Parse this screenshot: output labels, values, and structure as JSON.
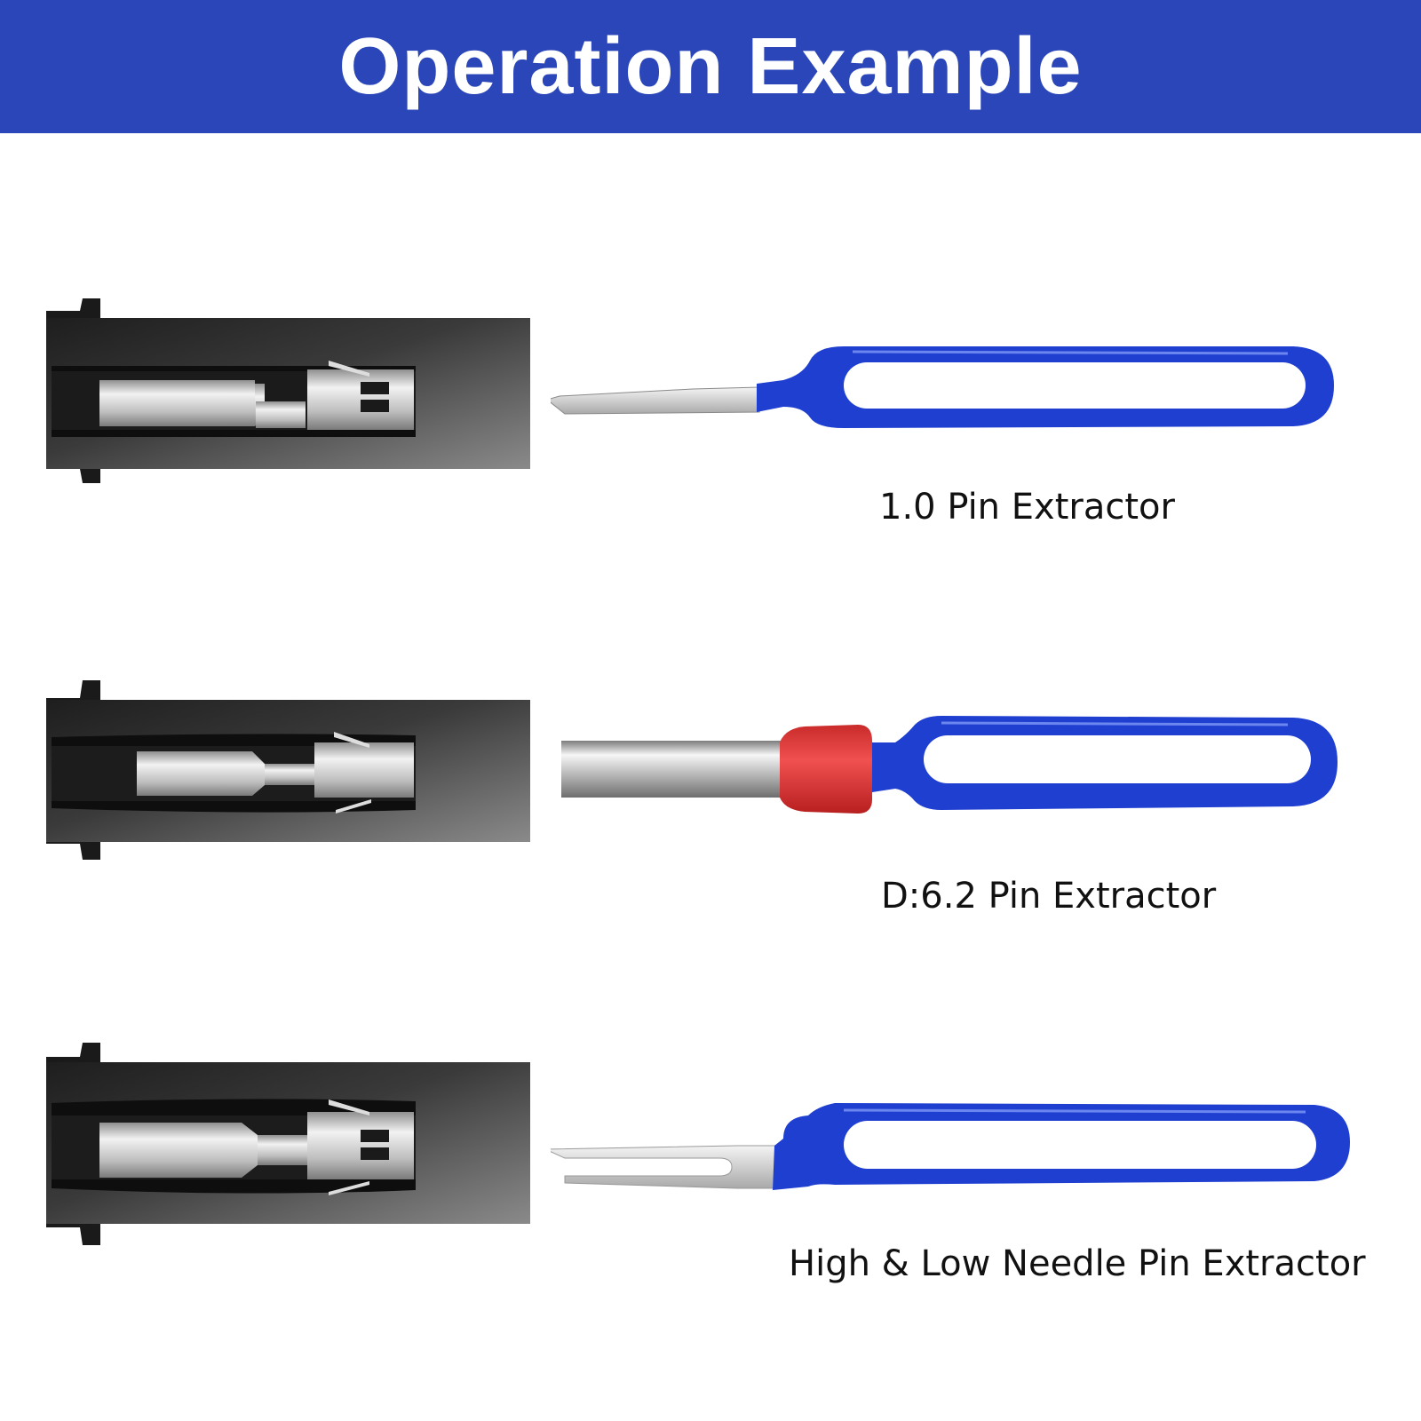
{
  "header": {
    "title": "Operation Example"
  },
  "colors": {
    "banner": "#2a46b8",
    "handle_blue": "#1f3fd0",
    "collar_red": "#e03a3a",
    "connector_dark": "#2b2b2b",
    "metal": "#c8c8c8"
  },
  "tools": [
    {
      "label": "1.0 Pin Extractor",
      "tip_icon": "blade-tip-icon"
    },
    {
      "label": "D:6.2 Pin Extractor",
      "tip_icon": "tube-tip-icon"
    },
    {
      "label": "High & Low Needle Pin Extractor",
      "tip_icon": "fork-tip-icon"
    }
  ]
}
